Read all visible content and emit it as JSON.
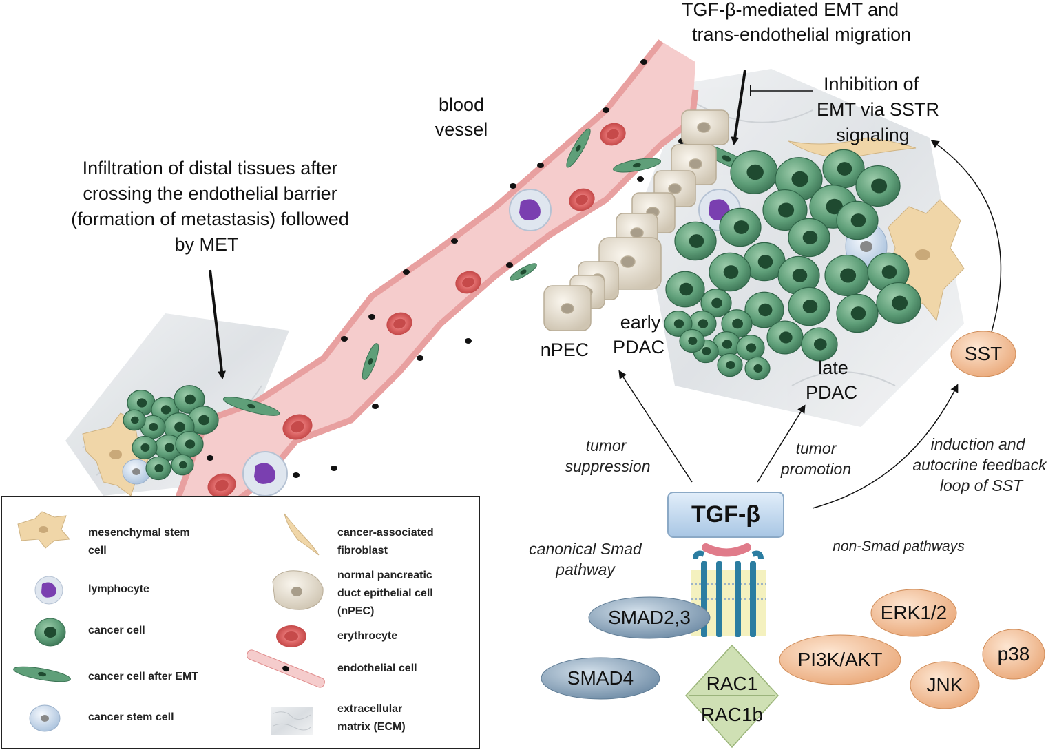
{
  "labels": {
    "tgf_emt_title": "TGF-β-mediated EMT and",
    "tgf_emt_title_2": "trans-endothelial migration",
    "inhibition_1": "Inhibition of",
    "inhibition_2": "EMT via SSTR",
    "inhibition_3": "signaling",
    "blood_vessel_1": "blood",
    "blood_vessel_2": "vessel",
    "infiltration_1": "Infiltration of distal tissues after",
    "infiltration_2": "crossing the endothelial barrier",
    "infiltration_3": "(formation of metastasis) followed",
    "infiltration_4": "by MET",
    "npec": "nPEC",
    "early_1": "early",
    "early_2": "PDAC",
    "late_1": "late",
    "late_2": "PDAC",
    "sst": "SST",
    "tumor_suppression_1": "tumor",
    "tumor_suppression_2": "suppression",
    "tumor_promotion_1": "tumor",
    "tumor_promotion_2": "promotion",
    "induction_1": "induction and",
    "induction_2": "autocrine feedback",
    "induction_3": "loop of SST",
    "tgf_beta": "TGF-β",
    "canonical_1": "canonical Smad",
    "canonical_2": "pathway",
    "non_smad": "non-Smad pathways",
    "smad23": "SMAD2,3",
    "smad4": "SMAD4",
    "rac1": "RAC1",
    "rac1b": "RAC1b",
    "erk": "ERK1/2",
    "pi3k": "PI3K/AKT",
    "p38": "p38",
    "jnk": "JNK"
  },
  "legend": {
    "msc_1": "mesenchymal stem",
    "msc_2": "cell",
    "lymphocyte": "lymphocyte",
    "cancer_cell": "cancer cell",
    "cancer_emt": "cancer cell after EMT",
    "cancer_stem": "cancer stem cell",
    "caf_1": "cancer-associated",
    "caf_2": "fibroblast",
    "npec_1": "normal pancreatic",
    "npec_2": "duct epithelial cell",
    "npec_3": "(nPEC)",
    "erythrocyte": "erythrocyte",
    "endothelial": "endothelial cell",
    "ecm_1": "extracellular",
    "ecm_2": "matrix (ECM)"
  },
  "colors": {
    "vessel_fill": "#f5cccc",
    "vessel_wall": "#e8a0a0",
    "cancer_green": "#5f9f79",
    "cancer_dark": "#1f4a30",
    "npec_beige": "#e9e2d4",
    "rbc_red": "#d85555",
    "lymph_purple": "#7a3fb0",
    "tgf_box": "#c6dcf2",
    "smad_grey": "#8ea7bd",
    "rac_green": "#cfe0b4",
    "orange_node": "#f6c9a0",
    "msc_tan": "#f0d6a8"
  },
  "icons": [
    "mesenchymal-stem-cell-icon",
    "lymphocyte-icon",
    "cancer-cell-icon",
    "cancer-emt-cell-icon",
    "cancer-stem-cell-icon",
    "fibroblast-icon",
    "npec-cell-icon",
    "erythrocyte-icon",
    "endothelial-cell-icon",
    "ecm-icon",
    "receptor-icon"
  ]
}
